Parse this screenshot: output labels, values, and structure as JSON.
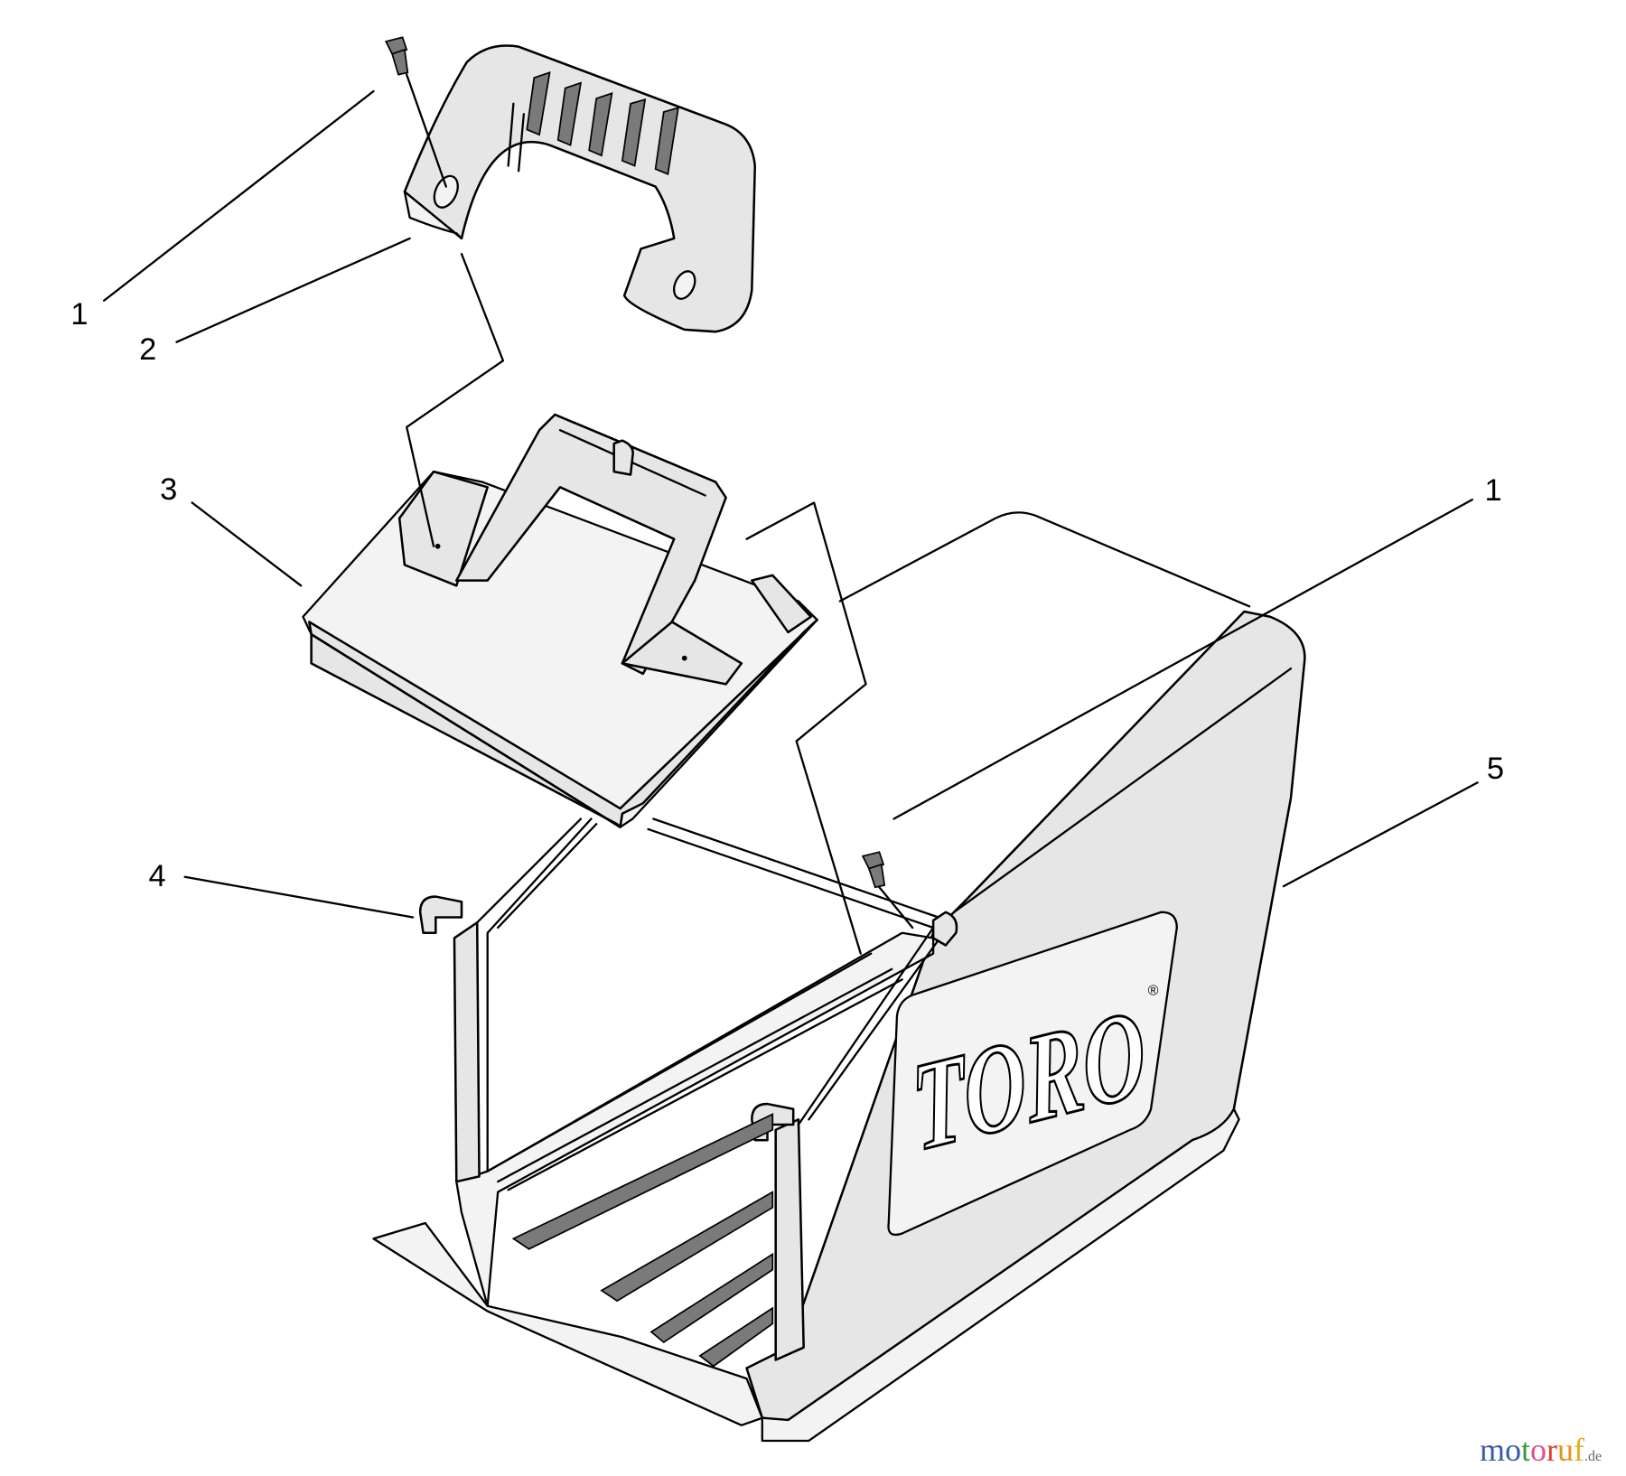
{
  "diagram": {
    "callouts": [
      {
        "id": "callout-1-screw-top",
        "text": "1"
      },
      {
        "id": "callout-2-handle",
        "text": "2"
      },
      {
        "id": "callout-3-top-cover",
        "text": "3"
      },
      {
        "id": "callout-1-screw-right",
        "text": "1"
      },
      {
        "id": "callout-5-bag",
        "text": "5"
      },
      {
        "id": "callout-4-frame",
        "text": "4"
      }
    ],
    "brand_logo": "TORO",
    "registered_mark": "®"
  },
  "watermark": {
    "letters": [
      "m",
      "o",
      "t",
      "o",
      "r",
      "u",
      "f"
    ],
    "colors": [
      "#3a5aa8",
      "#3a5aa8",
      "#3a9a3a",
      "#e0508a",
      "#d84030",
      "#e89020",
      "#e0b020"
    ],
    "suffix": ".de"
  }
}
